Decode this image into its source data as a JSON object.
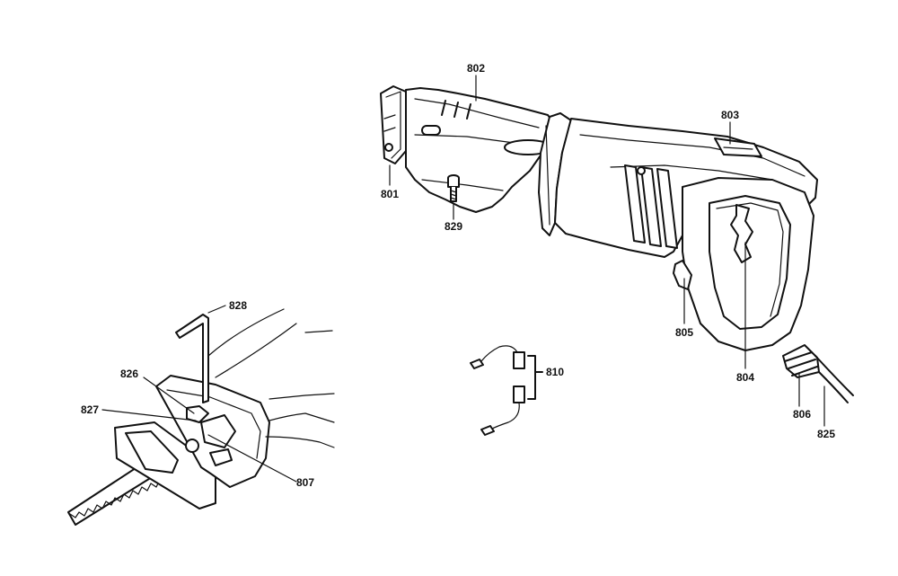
{
  "labels": {
    "p801": "801",
    "p802": "802",
    "p803": "803",
    "p804": "804",
    "p805": "805",
    "p806": "806",
    "p807": "807",
    "p810": "810",
    "p825": "825",
    "p826": "826",
    "p827": "827",
    "p828": "828",
    "p829": "829"
  },
  "colors": {
    "ink": "#111111",
    "paper": "#ffffff"
  }
}
